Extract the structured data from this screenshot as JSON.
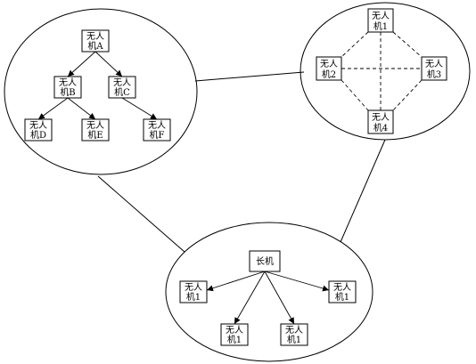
{
  "colors": {
    "stroke": "#000000",
    "background": "#ffffff"
  },
  "tree_cluster": {
    "nodes": [
      {
        "line1": "无人",
        "line2": "机A"
      },
      {
        "line1": "无人",
        "line2": "机B"
      },
      {
        "line1": "无人",
        "line2": "机C"
      },
      {
        "line1": "无人",
        "line2": "机D"
      },
      {
        "line1": "无人",
        "line2": "机E"
      },
      {
        "line1": "无人",
        "line2": "机F"
      }
    ]
  },
  "mesh_cluster": {
    "nodes": [
      {
        "line1": "无人",
        "line2": "机1"
      },
      {
        "line1": "无人",
        "line2": "机2"
      },
      {
        "line1": "无人",
        "line2": "机3"
      },
      {
        "line1": "无人",
        "line2": "机4"
      }
    ]
  },
  "leader_cluster": {
    "leader": "长机",
    "followers": [
      {
        "line1": "无人",
        "line2": "机1"
      },
      {
        "line1": "无人",
        "line2": "机1"
      },
      {
        "line1": "无人",
        "line2": "机1"
      },
      {
        "line1": "无人",
        "line2": "机1"
      }
    ]
  }
}
